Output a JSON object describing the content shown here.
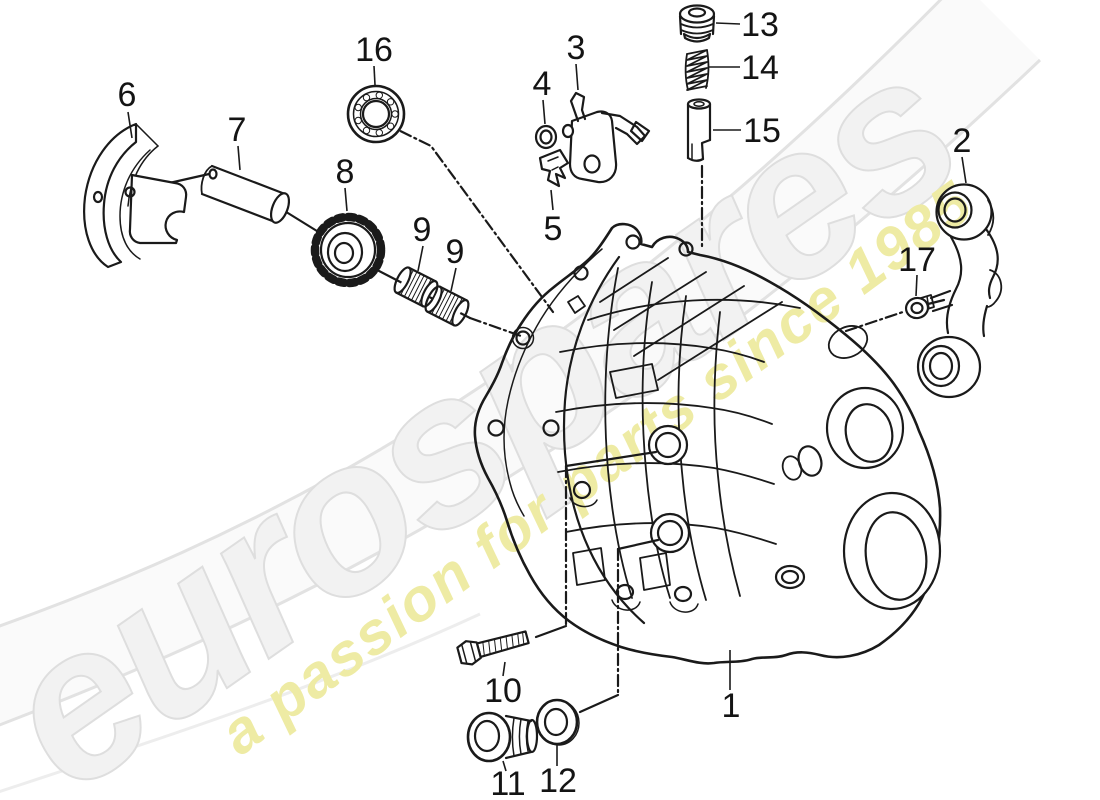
{
  "diagram": {
    "title": "transmission-case-exploded-parts-diagram",
    "background": "#ffffff",
    "line_color": "#1a1a1a",
    "watermark": {
      "brand": "eurospares",
      "tagline": "a passion for parts since 1985",
      "brand_fill": "#f2f2f2",
      "brand_outline": "#dedede",
      "tagline_color": "#eeeba4",
      "swoosh_color": "#e2e2e2"
    },
    "callouts": [
      {
        "number": "1",
        "part": "transmission-case"
      },
      {
        "number": "2",
        "part": "shift-lever"
      },
      {
        "number": "3",
        "part": "support-bracket"
      },
      {
        "number": "4",
        "part": "bushing"
      },
      {
        "number": "5",
        "part": "clamping-piece"
      },
      {
        "number": "6",
        "part": "bearing-cap"
      },
      {
        "number": "7",
        "part": "pin"
      },
      {
        "number": "8",
        "part": "gear-wheel"
      },
      {
        "number": "9",
        "part": "needle-cage"
      },
      {
        "number": "9",
        "part": "needle-cage"
      },
      {
        "number": "10",
        "part": "hex-head-bolt"
      },
      {
        "number": "11",
        "part": "screw-plug"
      },
      {
        "number": "12",
        "part": "sealing-ring"
      },
      {
        "number": "13",
        "part": "screw-plug-cap"
      },
      {
        "number": "14",
        "part": "compression-spring"
      },
      {
        "number": "15",
        "part": "detent-sleeve"
      },
      {
        "number": "16",
        "part": "ball-bearing"
      },
      {
        "number": "17",
        "part": "seal-ring"
      }
    ]
  }
}
